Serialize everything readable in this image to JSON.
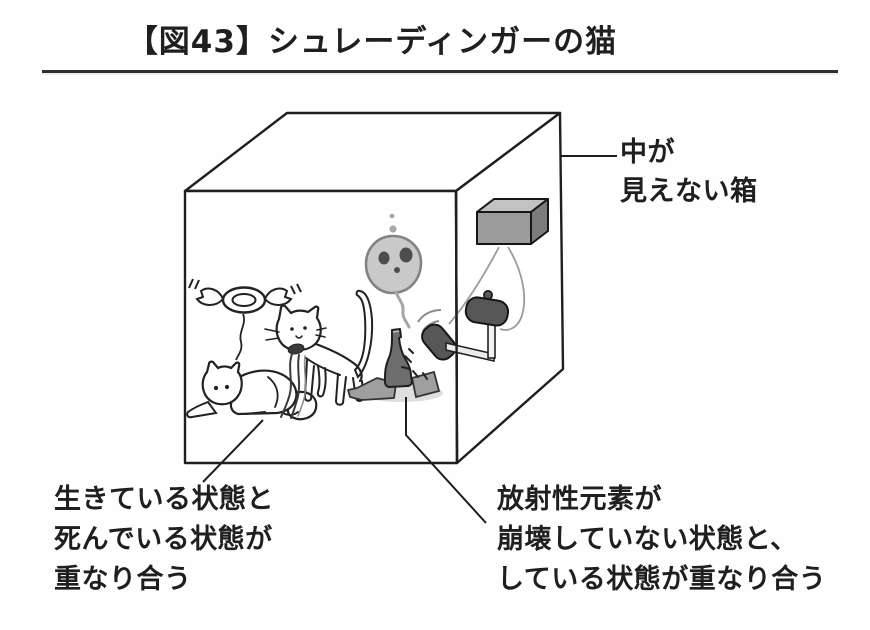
{
  "title": "【図43】シュレーディンガーの猫",
  "labels": {
    "box_label": {
      "line1": "中が",
      "line2": "見えない箱"
    },
    "cat_superposition_label": {
      "line1": "生きている状態と",
      "line2": "死んでいる状態が",
      "line3": "重なり合う"
    },
    "radioactive_label": {
      "line1": "放射性元素が",
      "line2": "崩壊していない状態と、",
      "line3": "している状態が重なり合う"
    }
  },
  "illustration": {
    "box_contents": [
      "alive-cat",
      "dead-cat",
      "dead-cat-ghost",
      "angel-halo-with-wings",
      "poison-bottle",
      "broken-flask",
      "hammer-struck-position",
      "hammer-cocked-position",
      "trigger-lever",
      "trigger-cord",
      "radiation-detector-box"
    ]
  },
  "colors": {
    "ink": "#1f1f1f",
    "rule": "#2e2e2e",
    "background": "#fefefe",
    "ghost_fill": "#c9c9c9",
    "ghost_outline": "#838383",
    "metal_dark": "#575757",
    "metal_mid": "#9c9c9c",
    "metal_light": "#c2c2c2",
    "bottle": "#6e6e6e"
  }
}
